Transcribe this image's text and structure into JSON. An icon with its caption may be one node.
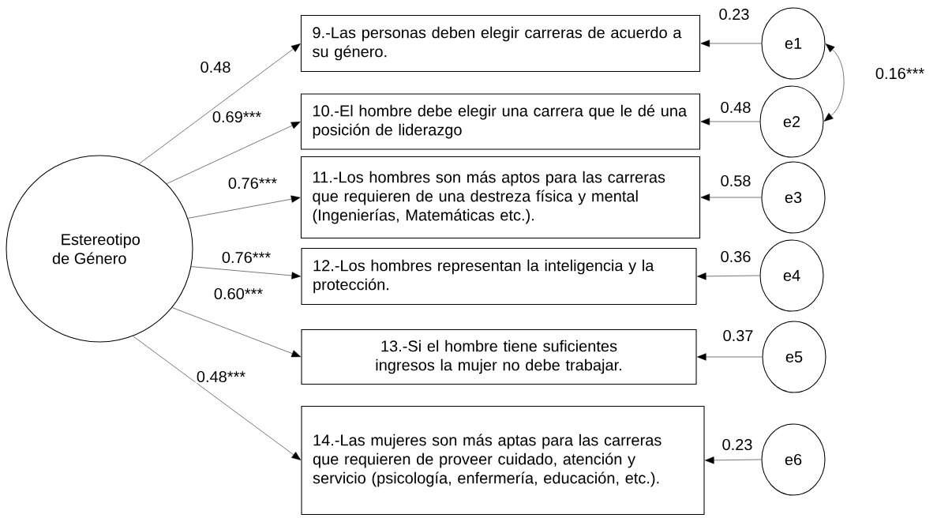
{
  "diagram": {
    "nodes": [
      {
        "text": [
          "Estereotipo de Género"
        ]
      },
      {
        "text": [
          "9.-Las personas deben elegir carreras de acuerdo a su género."
        ]
      },
      {
        "text": [
          "10.-El hombre debe elegir una carrera que le dé una posición de liderazgo"
        ]
      },
      {
        "text": [
          "11.-Los hombres son más aptos para las carreras que requieren de una destreza física y mental (Ingenierías, Matemáticas etc.)."
        ]
      },
      {
        "text": [
          "12.-Los hombres representan la inteligencia y la protección."
        ]
      },
      {
        "text": [
          "13.-Si el hombre tiene suficientes ingresos la mujer no debe trabajar."
        ]
      },
      {
        "text": [
          "14.-Las mujeres son más aptas para las carreras que requieren de proveer cuidado, atención y servicio (psicología, enfermería, educación, etc.)."
        ]
      },
      {
        "text": [
          "e1"
        ]
      },
      {
        "text": [
          "e2"
        ]
      },
      {
        "text": [
          "e3"
        ]
      },
      {
        "text": [
          "e4"
        ]
      },
      {
        "text": [
          "e5"
        ]
      },
      {
        "text": [
          "e6"
        ]
      }
    ],
    "edges": [
      {
        "from": 0,
        "to": 1,
        "arrow": "to",
        "label": "0.48"
      },
      {
        "from": 0,
        "to": 2,
        "arrow": "to",
        "label": "0.69***"
      },
      {
        "from": 0,
        "to": 3,
        "arrow": "to",
        "label": "0.76***"
      },
      {
        "from": 0,
        "to": 4,
        "arrow": "to",
        "label": "0.76***"
      },
      {
        "from": 0,
        "to": 5,
        "arrow": "to",
        "label": "0.60***"
      },
      {
        "from": 0,
        "to": 6,
        "arrow": "to",
        "label": "0.48***"
      },
      {
        "from": 7,
        "to": 1,
        "arrow": "to",
        "label": "0.23"
      },
      {
        "from": 8,
        "to": 2,
        "arrow": "to",
        "label": "0.48"
      },
      {
        "from": 9,
        "to": 3,
        "arrow": "to",
        "label": "0.58"
      },
      {
        "from": 10,
        "to": 4,
        "arrow": "to",
        "label": "0.36"
      },
      {
        "from": 11,
        "to": 5,
        "arrow": "to",
        "label": "0.37"
      },
      {
        "from": 12,
        "to": 6,
        "arrow": "to",
        "label": "0.23"
      },
      {
        "from": 7,
        "to": 8,
        "arrow": "both",
        "label": "0.16***"
      }
    ]
  }
}
